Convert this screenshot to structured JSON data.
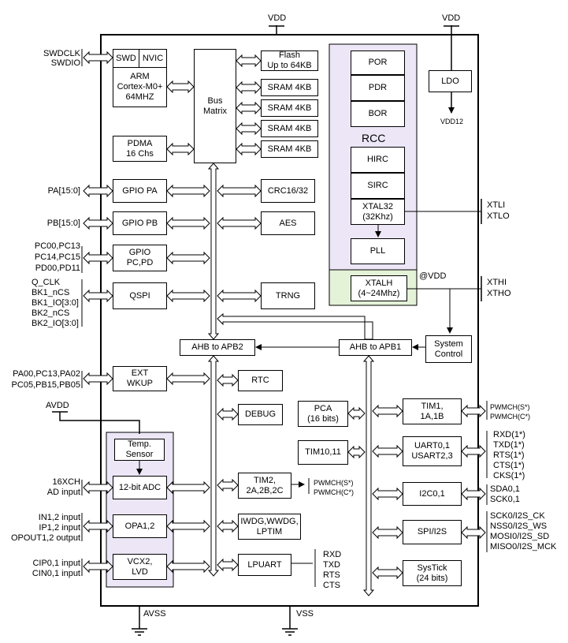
{
  "power": {
    "vdd_top": "VDD",
    "vdd_ldo": "VDD",
    "ldo": "LDO",
    "vdd12": "VDD12",
    "at_vdd": "@VDD",
    "avss": "AVSS",
    "vss": "VSS",
    "avdd": "AVDD"
  },
  "core": {
    "swd": "SWD",
    "nvic": "NVIC",
    "arm_line1": "ARM",
    "arm_line2": "Cortex-M0+",
    "arm_line3": "64MHZ",
    "pdma_line1": "PDMA",
    "pdma_line2": "16 Chs",
    "bus_line1": "Bus",
    "bus_line2": "Matrix"
  },
  "memory": {
    "flash_line1": "Flash",
    "flash_line2": "Up to 64KB",
    "sram": [
      "SRAM 4KB",
      "SRAM 4KB",
      "SRAM 4KB",
      "SRAM 4KB"
    ]
  },
  "ahb_peripherals": {
    "gpio_pa": "GPIO PA",
    "gpio_pb": "GPIO PB",
    "gpio_pcpd_line1": "GPIO",
    "gpio_pcpd_line2": "PC,PD",
    "qspi": "QSPI",
    "crc": "CRC16/32",
    "aes": "AES",
    "trng": "TRNG"
  },
  "rcc": {
    "title": "RCC",
    "por": "POR",
    "pdr": "PDR",
    "bor": "BOR",
    "hirc": "HIRC",
    "sirc": "SIRC",
    "xtal32_line1": "XTAL32",
    "xtal32_line2": "(32Khz)",
    "pll": "PLL",
    "xtalh_line1": "XTALH",
    "xtalh_line2": "(4~24Mhz)",
    "system_control_line1": "System",
    "system_control_line2": "Control"
  },
  "bridges": {
    "apb2": "AHB to APB2",
    "apb1": "AHB to APB1"
  },
  "apb2_peripherals": {
    "ext_line1": "EXT",
    "ext_line2": "WKUP",
    "rtc": "RTC",
    "debug": "DEBUG",
    "temp_line1": "Temp.",
    "temp_line2": "Sensor",
    "adc": "12-bit ADC",
    "opa": "OPA1,2",
    "vcx_line1": "VCX2,",
    "vcx_line2": "LVD",
    "tim2_line1": "TIM2,",
    "tim2_line2": "2A,2B,2C",
    "iwdg_line1": "IWDG,WWDG,",
    "iwdg_line2": "LPTIM",
    "lpuart": "LPUART"
  },
  "apb1_peripherals": {
    "pca_line1": "PCA",
    "pca_line2": "(16 bits)",
    "tim10": "TIM10,11",
    "tim1_line1": "TIM1,",
    "tim1_line2": "1A,1B",
    "uart_line1": "UART0,1",
    "uart_line2": "USART2,3",
    "i2c": "I2C0,1",
    "spi": "SPI/I2S",
    "systick_line1": "SysTick",
    "systick_line2": "(24 bits)"
  },
  "left_pins": {
    "swdclk": "SWDCLK",
    "swdio": "SWDIO",
    "pa": "PA[15:0]",
    "pb": "PB[15:0]",
    "pc00": "PC00,PC13",
    "pc14": "PC14,PC15",
    "pd00": "PD00,PD11",
    "qclk": "Q_CLK",
    "bk1ncs": "BK1_nCS",
    "bk1io": "BK1_IO[3:0]",
    "bk2ncs": "BK2_nCS",
    "bk2io": "BK2_IO[3:0]",
    "ext1": "PA00,PC13,PA02",
    "ext2": "PC05,PB15,PB05",
    "adc1": "16XCH",
    "adc2": "AD input",
    "opa1": "IN1,2 input",
    "opa2": "IP1,2 input",
    "opa3": "OPOUT1,2 output",
    "cip": "CIP0,1 input",
    "cin": "CIN0,1 input"
  },
  "right_pins": {
    "xtli": "XTLI",
    "xtlo": "XTLO",
    "xthi": "XTHI",
    "xtho": "XTHO",
    "pwm_s": "PWMCH(S*)",
    "pwm_c": "PWMCH(C*)",
    "rxd": "RXD(1*)",
    "txd": "TXD(1*)",
    "rts": "RTS(1*)",
    "cts": "CTS(1*)",
    "cks": "CKS(1*)",
    "sda": "SDA0,1",
    "scl": "SCK0,1",
    "sck_i2s": "SCK0/I2S_CK",
    "nss_i2s": "NSS0/I2S_WS",
    "mosi_i2s": "MOSI0/I2S_SD",
    "miso_i2s": "MISO0/I2S_MCK",
    "tim2_pwm_s": "PWMCH(S*)",
    "tim2_pwm_c": "PWMCH(C*)",
    "lp_rxd": "RXD",
    "lp_txd": "TXD",
    "lp_rts": "RTS",
    "lp_cts": "CTS"
  },
  "colors": {
    "rcc_fill": "#ECE6F6",
    "xtalh_fill": "#E4F2D8",
    "analog_fill": "#ECE6F6"
  }
}
